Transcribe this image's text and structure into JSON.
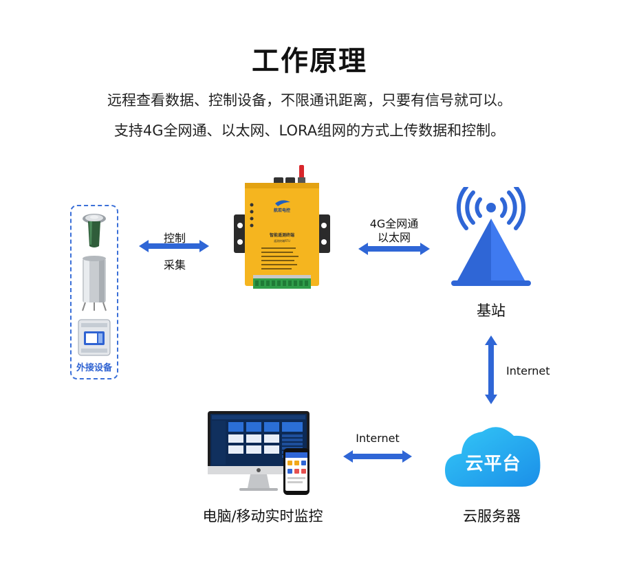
{
  "title": "工作原理",
  "subtitle_line1": "远程查看数据、控制设备，不限通讯距离，只要有信号就可以。",
  "subtitle_line2": "支持4G全网通、以太网、LORA组网的方式上传数据和控制。",
  "external_devices": {
    "label": "外接设备"
  },
  "link_devices_rtu": {
    "top_label": "控制",
    "bottom_label": "采集"
  },
  "rtu": {
    "logo_text": "航若电控",
    "product_name": "智能遥测终端",
    "model_line": "遥测终端RTU"
  },
  "link_rtu_station": {
    "line1": "4G全网通",
    "line2": "以太网"
  },
  "base_station": {
    "label": "基站"
  },
  "link_station_cloud": {
    "label": "Internet"
  },
  "cloud": {
    "badge": "云平台",
    "label": "云服务器"
  },
  "link_cloud_pc": {
    "label": "Internet"
  },
  "monitor": {
    "label": "电脑/移动实时监控"
  },
  "colors": {
    "arrow": "#2f66d6",
    "tower": "#2f66d6",
    "cloud": "#1fa6ee",
    "rtu_body": "#f5b51f",
    "antenna": "#d8262b"
  }
}
